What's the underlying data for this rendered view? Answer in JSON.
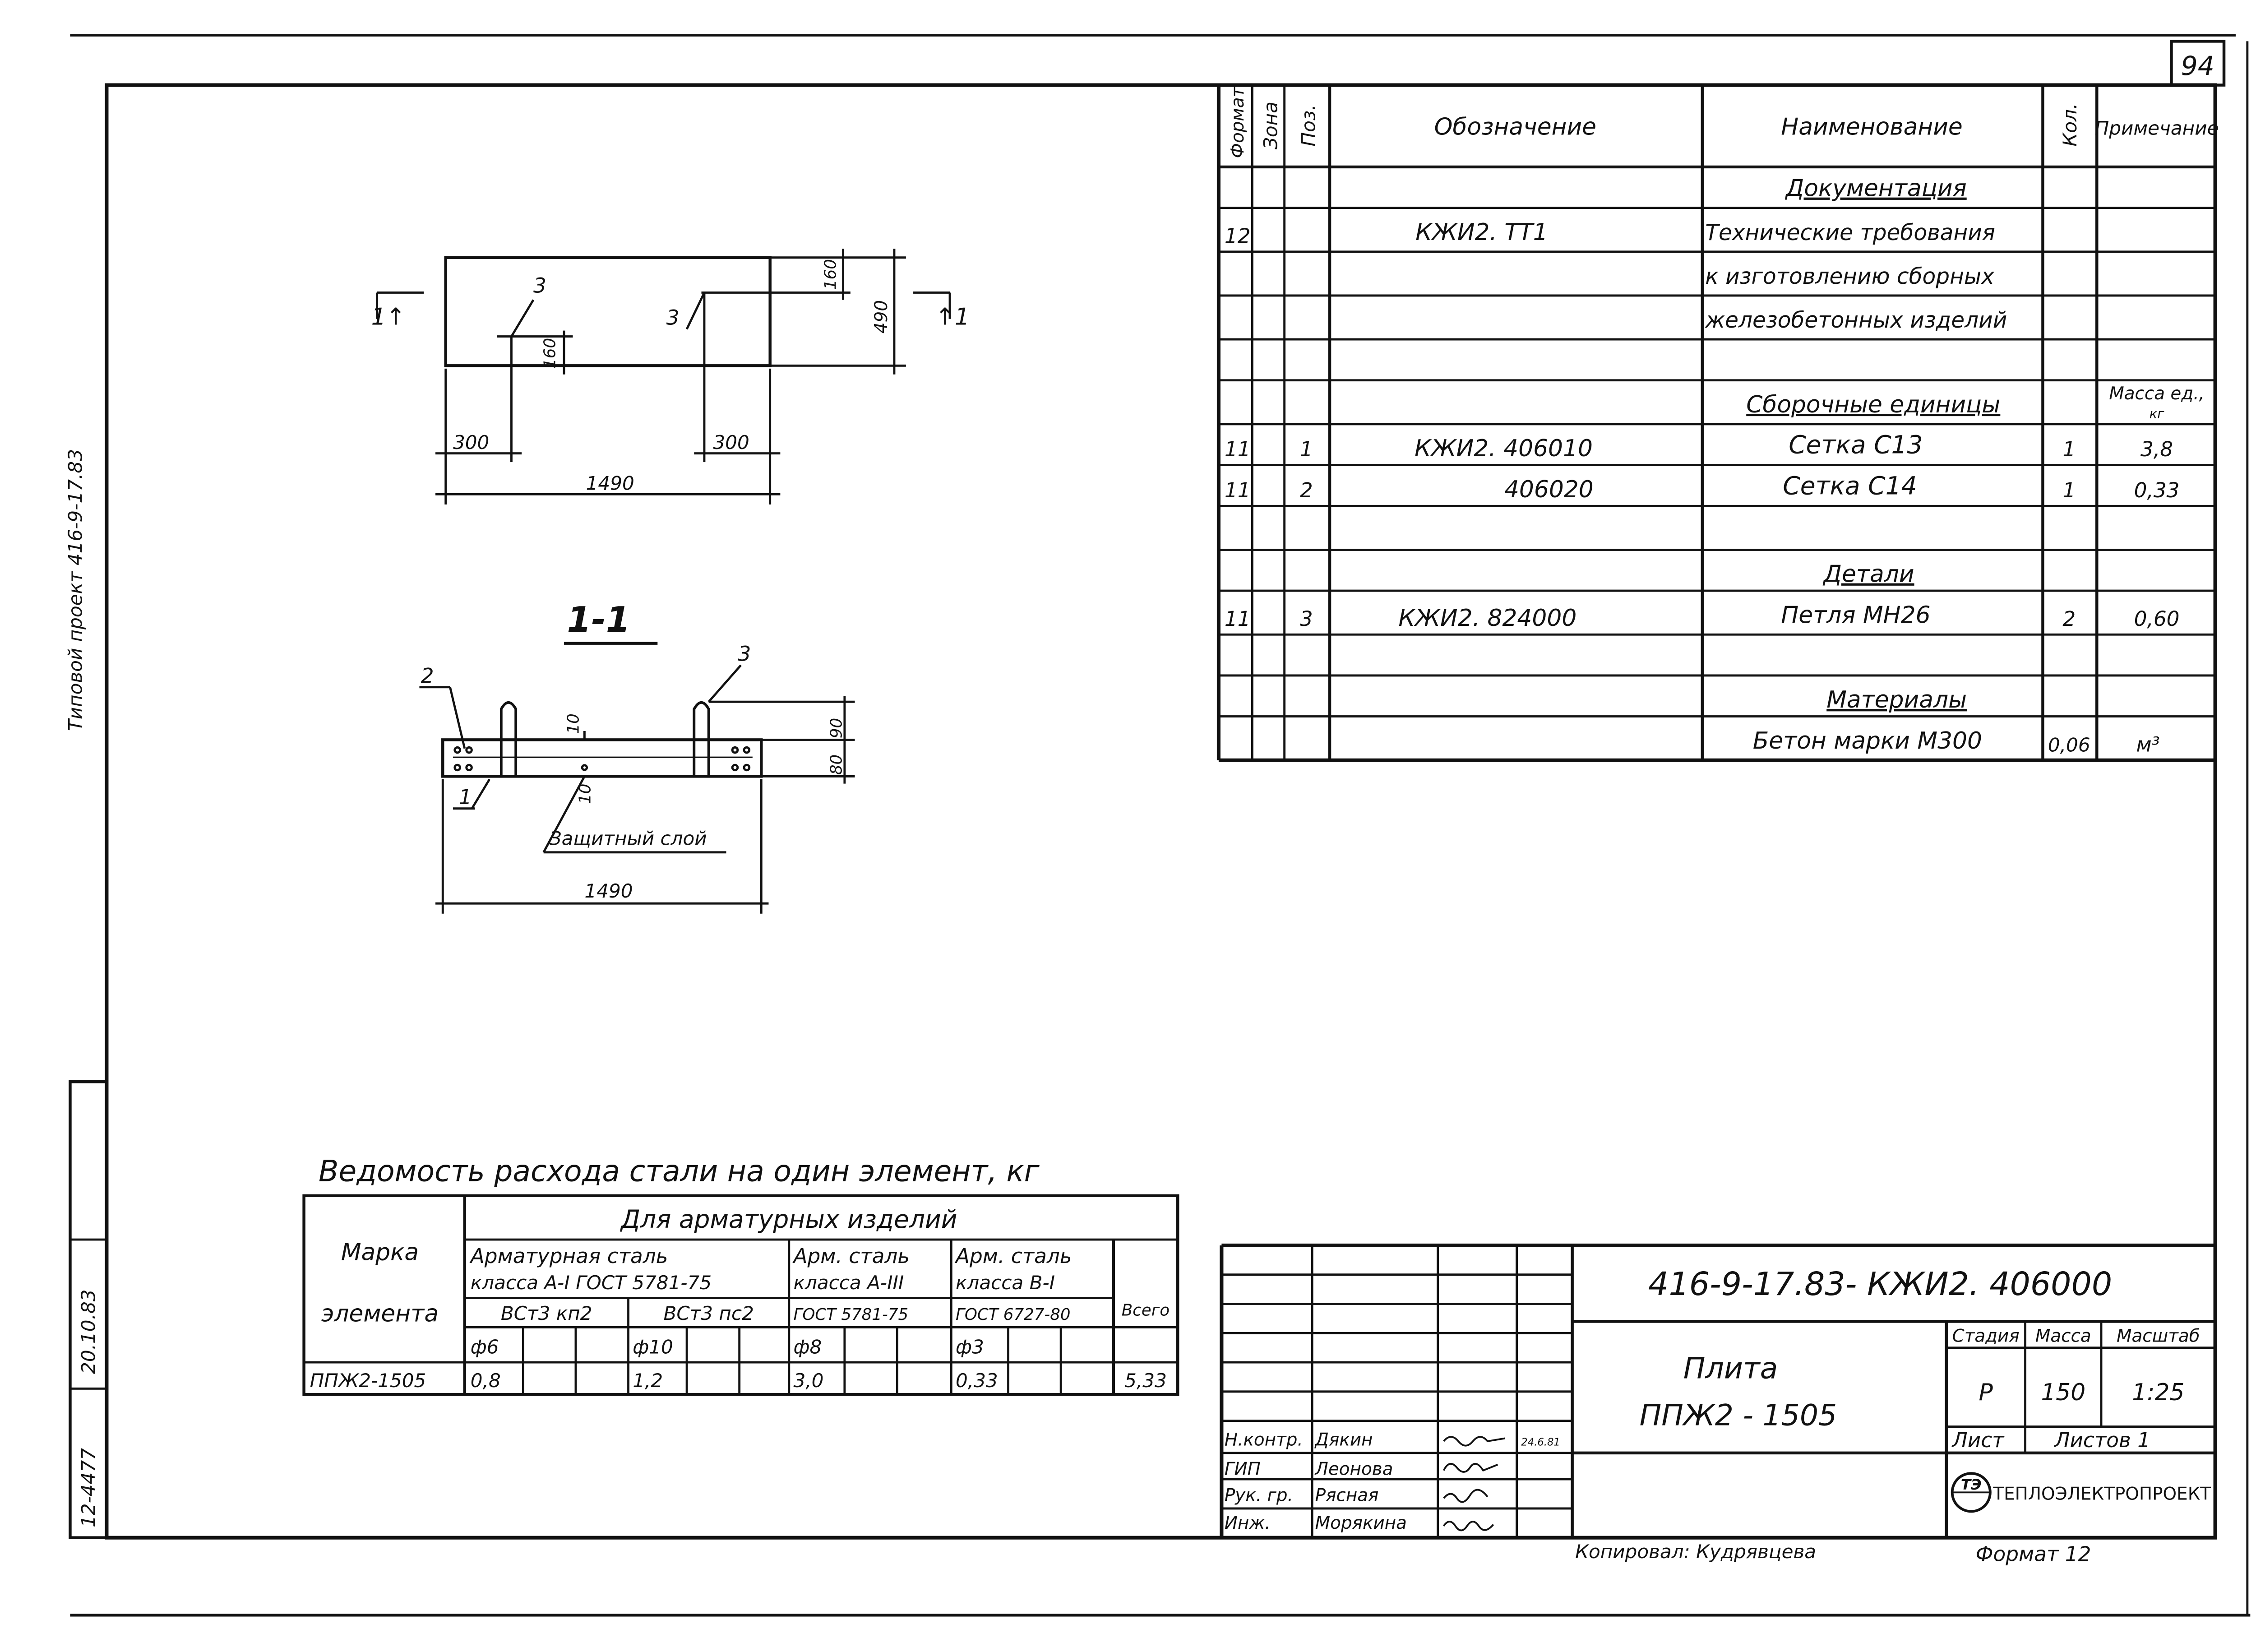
{
  "sheet": {
    "page_number": "94"
  },
  "margin": {
    "inventory_number": "12-4477",
    "signature_date": "20.10.83",
    "project_note": "Типовой проект 416-9-17.83"
  },
  "plan": {
    "pos_left": "3",
    "pos_right": "3",
    "dim_160_lower": "160",
    "dim_160_upper": "160",
    "dim_490": "490",
    "dim_300_left": "300",
    "dim_300_right": "300",
    "dim_1490": "1490",
    "cut_left": "1↑",
    "cut_right": "↑1"
  },
  "section": {
    "title": "1-1",
    "pos_1": "1",
    "pos_2": "2",
    "pos_3": "3",
    "dim_10_top": "10",
    "dim_10_bottom": "10",
    "dim_80": "80",
    "dim_90": "90",
    "protective_layer": "Защитный слой",
    "dim_1490": "1490"
  },
  "spec": {
    "headers": {
      "format": "Формат",
      "zone": "Зона",
      "pos": "Поз.",
      "designation": "Обозначение",
      "name": "Наименование",
      "qty": "Кол.",
      "note": "Примечание"
    },
    "sections": {
      "documentation": "Документация",
      "assemblies": "Сборочные   единицы",
      "details": "Детали",
      "materials": "Материалы"
    },
    "doc": {
      "format": "12",
      "designation": "КЖИ2. ТТ1",
      "name_1": "Технические требования",
      "name_2": "к изготовлению сборных",
      "name_3": "железобетонных изделий"
    },
    "mass_unit_1": "Масса ед.,",
    "mass_unit_2": "кг",
    "rows": [
      {
        "format": "11",
        "pos": "1",
        "designation": "КЖИ2.  406010",
        "name": "Сетка   С13",
        "qty": "1",
        "note": "3,8"
      },
      {
        "format": "11",
        "pos": "2",
        "designation": "406020",
        "name": "Сетка   С14",
        "qty": "1",
        "note": "0,33"
      },
      {
        "format": "11",
        "pos": "3",
        "designation": "КЖИ2. 824000",
        "name": "Петля   МН26",
        "qty": "2",
        "note": "0,60"
      },
      {
        "name": "Бетон  марки  М300",
        "qty": "0,06",
        "note": "м³"
      }
    ]
  },
  "steel": {
    "title": "Ведомость   расхода   стали на один элемент, кг",
    "mark_header_1": "Марка",
    "mark_header_2": "элемента",
    "group_header": "Для  арматурных  изделий",
    "col1_line_1": "Арматурная   сталь",
    "col1_line_2": "класса А-I ГОСТ 5781-75",
    "col2_line_1": "Арм. сталь",
    "col2_line_2": "класса А-III",
    "col3_line_1": "Арм. сталь",
    "col3_line_2": "класса В-I",
    "sub_1": "ВСт3 кп2",
    "sub_2": "ВСт3 пс2",
    "sub_3": "ГОСТ 5781-75",
    "sub_4": "ГОСТ 6727-80",
    "total_header": "Всего",
    "dia_1": "ф6",
    "dia_2": "ф10",
    "dia_3": "ф8",
    "dia_4": "ф3",
    "row": {
      "mark": "ППЖ2-1505",
      "v1": "0,8",
      "v2": "1,2",
      "v3": "3,0",
      "v4": "0,33",
      "total": "5,33"
    }
  },
  "title": {
    "code": "416-9-17.83- КЖИ2. 406000",
    "name": "Плита",
    "mark": "ППЖ2 - 1505",
    "stage_label": "Стадия",
    "mass_label": "Масса",
    "scale_label": "Масштаб",
    "stage": "Р",
    "mass": "150",
    "scale": "1:25",
    "sheet_label": "Лист",
    "sheets_label": "Листов 1",
    "logo_text": "ТЭ",
    "company": "ТЕПЛОЭЛЕКТРОПРОЕКТ",
    "roles": [
      {
        "role": "Н.контр.",
        "name": "Дякин",
        "date": "24.6.81"
      },
      {
        "role": "ГИП",
        "name": "Леонова"
      },
      {
        "role": "Рук. гр.",
        "name": "Рясная"
      },
      {
        "role": "Инж.",
        "name": "Морякина"
      }
    ]
  },
  "footer": {
    "copied_by": "Копировал: Кудрявцева",
    "format": "Формат 12"
  }
}
